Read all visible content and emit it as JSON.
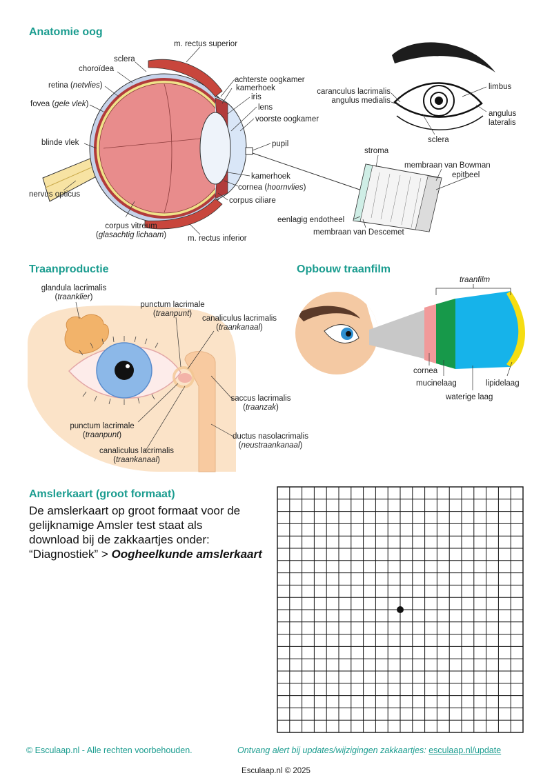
{
  "sections": {
    "anatomy_title": "Anatomie oog",
    "tear_title": "Traanproductie",
    "film_title": "Opbouw traanfilm",
    "amsler_title": "Amslerkaart (groot formaat)"
  },
  "anatomy": {
    "sclera": "sclera",
    "choroidea": "choroïdea",
    "retina": "retina (",
    "retina_it": "netvlies",
    "retina_end": ")",
    "fovea": "fovea (",
    "fovea_it": "gele vlek",
    "fovea_end": ")",
    "blinde_vlek": "blinde vlek",
    "nervus": "nervus opticus",
    "vitreum": "corpus vitreum",
    "vitreum_it": "glasachtig lichaam",
    "rectus_sup": "m. rectus superior",
    "rectus_inf": "m. rectus inferior",
    "achterste": "achterste oogkamer",
    "kamerhoek1": "kamerhoek",
    "iris": "iris",
    "lens": "lens",
    "voorste": "voorste oogkamer",
    "pupil": "pupil",
    "kamerhoek2": "kamerhoek",
    "cornea": "cornea (",
    "cornea_it": "hoornvlies",
    "cornea_end": ")",
    "ciliare": "corpus ciliare",
    "caranculus": "caranculus lacrimalis",
    "angulus_med": "angulus medialis",
    "limbus": "limbus",
    "angulus_lat1": "angulus",
    "angulus_lat2": "lateralis",
    "sclera2": "sclera",
    "stroma": "stroma",
    "bowman": "membraan van Bowman",
    "epitheel": "epitheel",
    "endotheel": "eenlagig endotheel",
    "descemet": "membraan van Descemet"
  },
  "tear": {
    "glandula": "glandula lacrimalis",
    "glandula_it": "traanklier",
    "punctum1": "punctum lacrimale",
    "punctum1_it": "traanpunt",
    "canaliculus1": "canaliculus lacrimalis",
    "canaliculus1_it": "traankanaal",
    "saccus": "saccus lacrimalis",
    "saccus_it": "traanzak",
    "punctum2": "punctum lacrimale",
    "punctum2_it": "traanpunt",
    "ductus": "ductus nasolacrimalis",
    "ductus_it": "neustraankanaal",
    "canaliculus2": "canaliculus lacrimalis",
    "canaliculus2_it": "traankanaal"
  },
  "film": {
    "traanfilm": "traanfilm",
    "cornea": "cornea",
    "mucine": "mucinelaag",
    "waterige": "waterige laag",
    "lipide": "lipidelaag",
    "colors": {
      "cornea": "#c8c8c8",
      "cornea_pink": "#f19a9a",
      "mucine": "#17994a",
      "water": "#16b3ea",
      "lipid": "#f5dd12"
    }
  },
  "amsler": {
    "line1": "De amslerkaart op groot formaat voor de",
    "line2": "gelijknamige Amsler test staat als",
    "line3": "download bij de zakkaartjes onder:",
    "line4_plain": "“Diagnostiek” > ",
    "line4_bold": "Oogheelkunde amslerkaart",
    "grid_cells": 20
  },
  "footer": {
    "left": "© Esculaap.nl - Alle rechten voorbehouden.",
    "right_text": "Ontvang alert bij updates/wijzigingen zakkaartjes: ",
    "right_link": "esculaap.nl/update",
    "copyright": "Esculaap.nl © 2025"
  }
}
